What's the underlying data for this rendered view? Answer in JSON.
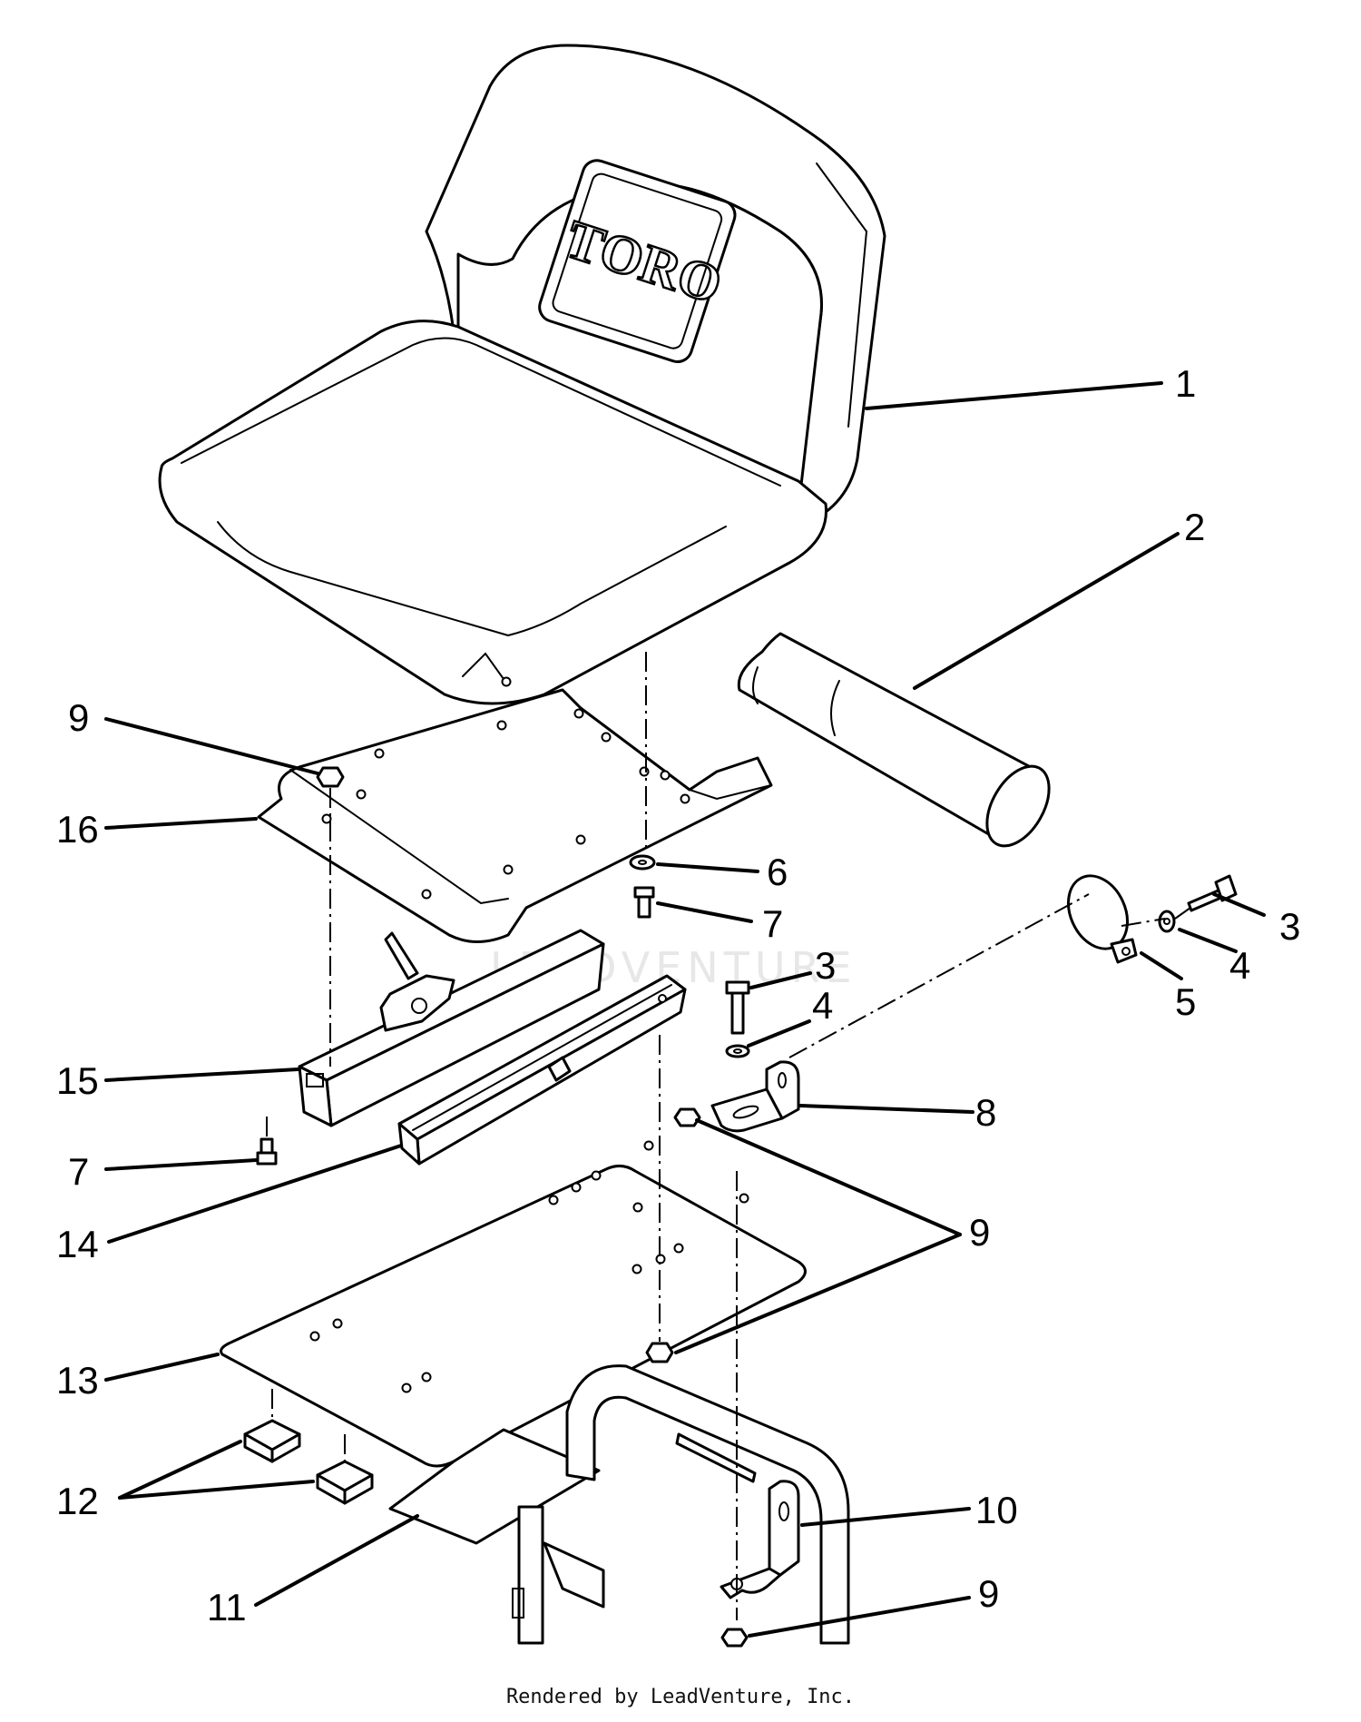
{
  "diagram": {
    "brand_logo": "TORO",
    "watermark": "LEADVENTURE",
    "callouts": [
      {
        "id": "1",
        "label": "1"
      },
      {
        "id": "2",
        "label": "2"
      },
      {
        "id": "3a",
        "label": "3"
      },
      {
        "id": "4a",
        "label": "4"
      },
      {
        "id": "5",
        "label": "5"
      },
      {
        "id": "6",
        "label": "6"
      },
      {
        "id": "7a",
        "label": "7"
      },
      {
        "id": "3b",
        "label": "3"
      },
      {
        "id": "4b",
        "label": "4"
      },
      {
        "id": "8",
        "label": "8"
      },
      {
        "id": "9a",
        "label": "9"
      },
      {
        "id": "16",
        "label": "16"
      },
      {
        "id": "15",
        "label": "15"
      },
      {
        "id": "7b",
        "label": "7"
      },
      {
        "id": "14",
        "label": "14"
      },
      {
        "id": "9b",
        "label": "9"
      },
      {
        "id": "13",
        "label": "13"
      },
      {
        "id": "12",
        "label": "12"
      },
      {
        "id": "10",
        "label": "10"
      },
      {
        "id": "11",
        "label": "11"
      },
      {
        "id": "9c",
        "label": "9"
      }
    ]
  },
  "footer": {
    "text": "Rendered by LeadVenture, Inc."
  }
}
